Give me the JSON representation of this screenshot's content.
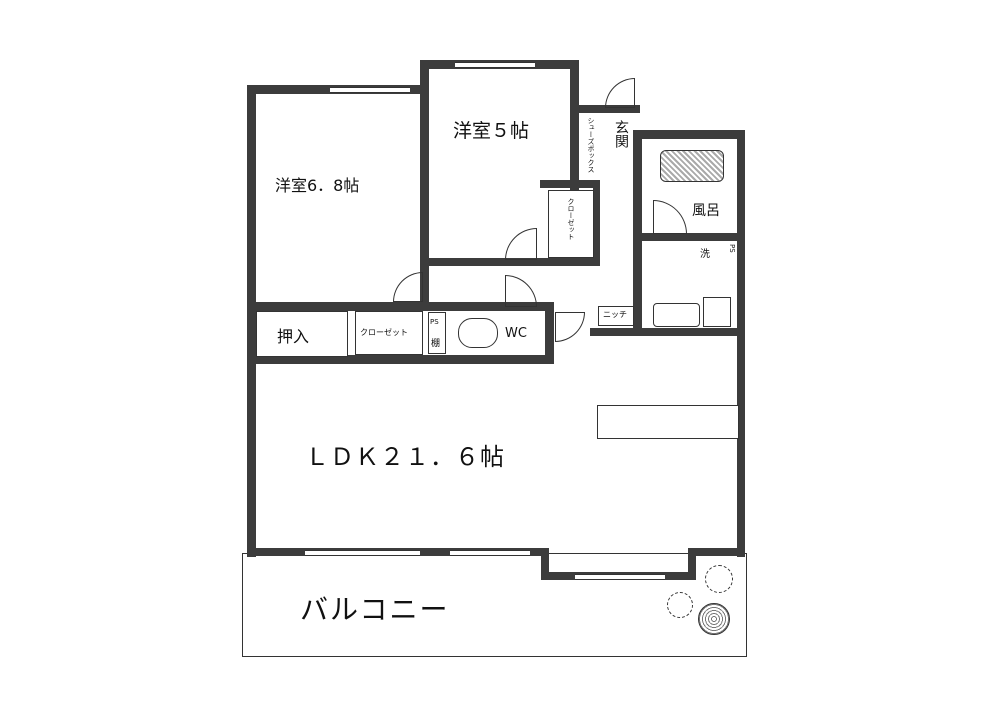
{
  "rooms": {
    "western6": "洋室6．8帖",
    "western5": "洋室５帖",
    "entrance": "玄関",
    "shoebox": "シューズボックス",
    "closet1": "クローゼット",
    "closet2": "クローゼット",
    "bath": "風呂",
    "washer": "洗",
    "ps1": "PS",
    "ps2": "PS",
    "shelf": "棚",
    "niche": "ニッチ",
    "oshiire": "押入",
    "wc": "WC",
    "ldk": "ＬＤＫ２１．６帖",
    "balcony": "バルコニー"
  },
  "colors": {
    "wall": "#3c3c3c"
  }
}
